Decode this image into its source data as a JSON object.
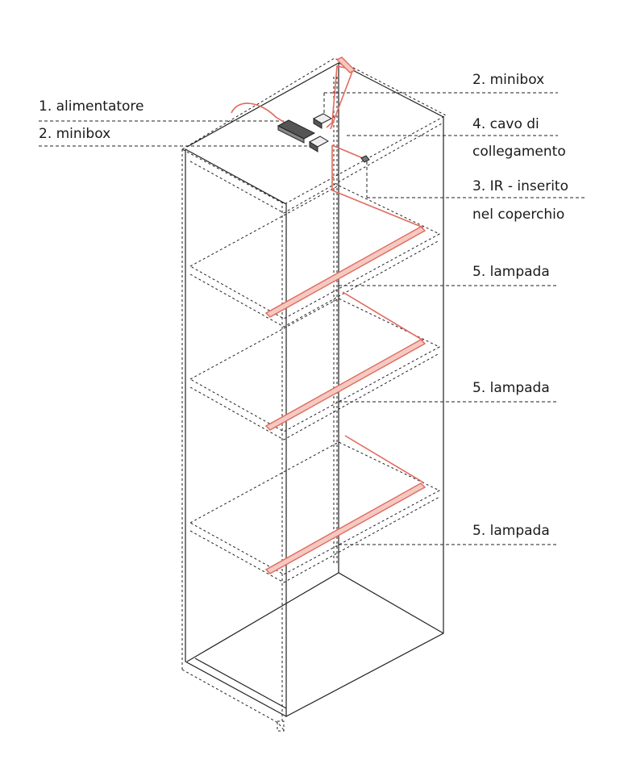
{
  "labels": {
    "alimentatore": "1. alimentatore",
    "minibox_left": "2. minibox",
    "minibox_right": "2. minibox",
    "cavo_line1": "4. cavo di",
    "cavo_line2": "collegamento",
    "ir_line1": "3. IR - inserito",
    "ir_line2": "nel coperchio",
    "lampada_1": "5. lampada",
    "lampada_2": "5. lampada",
    "lampada_3": "5. lampada"
  },
  "colors": {
    "line": "#222222",
    "lamp": "#e06a5c",
    "lamp_fill": "#f4c9c2",
    "device_dark": "#555555"
  }
}
